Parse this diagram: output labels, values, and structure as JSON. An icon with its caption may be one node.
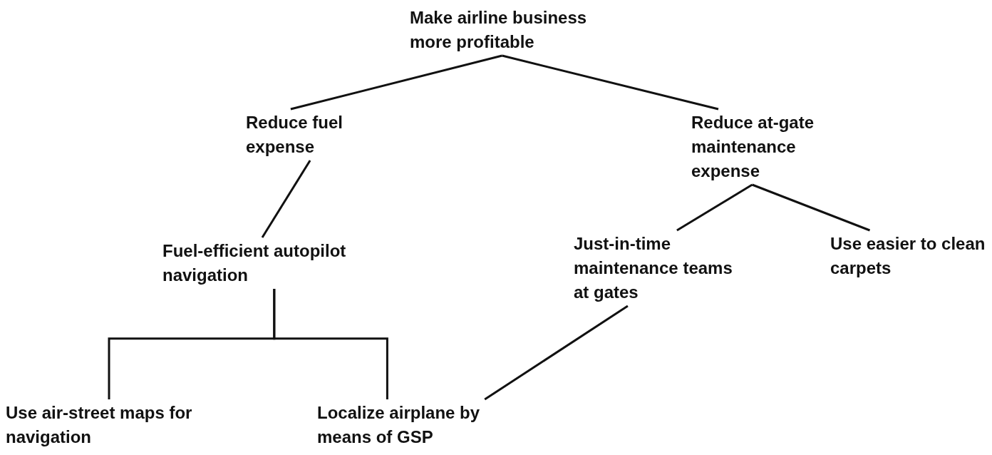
{
  "diagram": {
    "nodes": [
      {
        "text": [
          "Make airline business more profitable"
        ]
      },
      {
        "text": [
          "Reduce fuel expense"
        ]
      },
      {
        "text": [
          "Reduce at-gate maintenance expense"
        ]
      },
      {
        "text": [
          "Fuel-efficient autopilot navigation"
        ]
      },
      {
        "text": [
          "Just-in-time maintenance teams at gates"
        ]
      },
      {
        "text": [
          "Use easier to clean carpets"
        ]
      },
      {
        "text": [
          "Use air-street maps for navigation"
        ]
      },
      {
        "text": [
          "Localize airplane by means of GSP"
        ]
      }
    ],
    "edges": [
      {
        "from": 0,
        "to": 1,
        "arrow": "none"
      },
      {
        "from": 0,
        "to": 2,
        "arrow": "none"
      },
      {
        "from": 1,
        "to": 3,
        "arrow": "none"
      },
      {
        "from": 2,
        "to": 4,
        "arrow": "none"
      },
      {
        "from": 2,
        "to": 5,
        "arrow": "none"
      },
      {
        "from": 3,
        "to": 6,
        "arrow": "none"
      },
      {
        "from": 3,
        "to": 7,
        "arrow": "none"
      },
      {
        "from": 4,
        "to": 7,
        "arrow": "none"
      }
    ]
  }
}
